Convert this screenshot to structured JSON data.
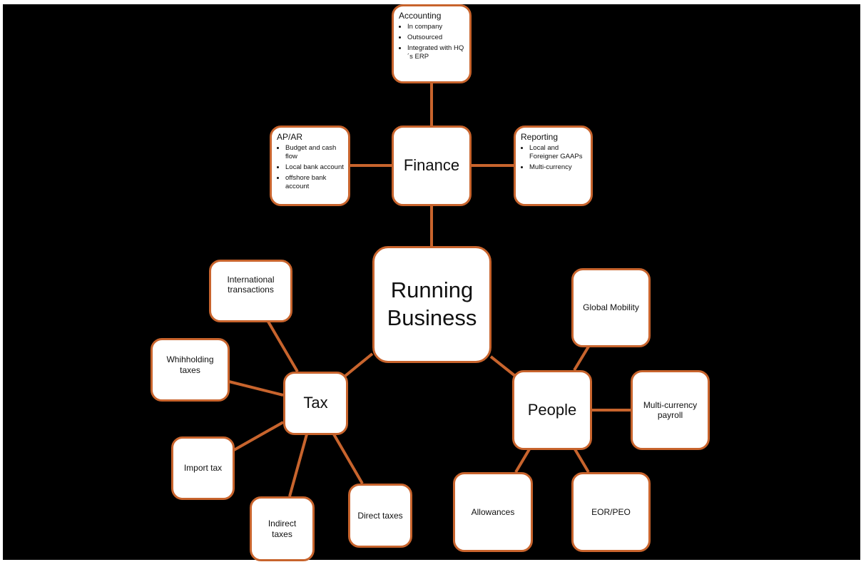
{
  "colors": {
    "background": "#000000",
    "page": "#ffffff",
    "node_fill": "#ffffff",
    "node_border": "#c8642d",
    "link": "#c8642d",
    "text": "#111111"
  },
  "root": {
    "label": "Running Business"
  },
  "finance": {
    "label": "Finance",
    "accounting": {
      "title": "Accounting",
      "items": [
        "In company",
        "Outsourced",
        "Integrated with HQ´s ERP"
      ]
    },
    "apar": {
      "title": "AP/AR",
      "items": [
        "Budget and cash flow",
        "Local bank account",
        "offshore bank account"
      ]
    },
    "reporting": {
      "title": "Reporting",
      "items": [
        "Local and Foreigner GAAPs",
        "Multi-currency"
      ]
    }
  },
  "tax": {
    "label": "Tax",
    "children": {
      "international": "International transactions",
      "withholding": "Whihholding taxes",
      "import": "Import tax",
      "indirect": "Indirect taxes",
      "direct": "Direct taxes"
    }
  },
  "people": {
    "label": "People",
    "children": {
      "mobility": "Global Mobility",
      "payroll": "Multi-currency payroll",
      "allowances": "Allowances",
      "eor": "EOR/PEO"
    }
  }
}
